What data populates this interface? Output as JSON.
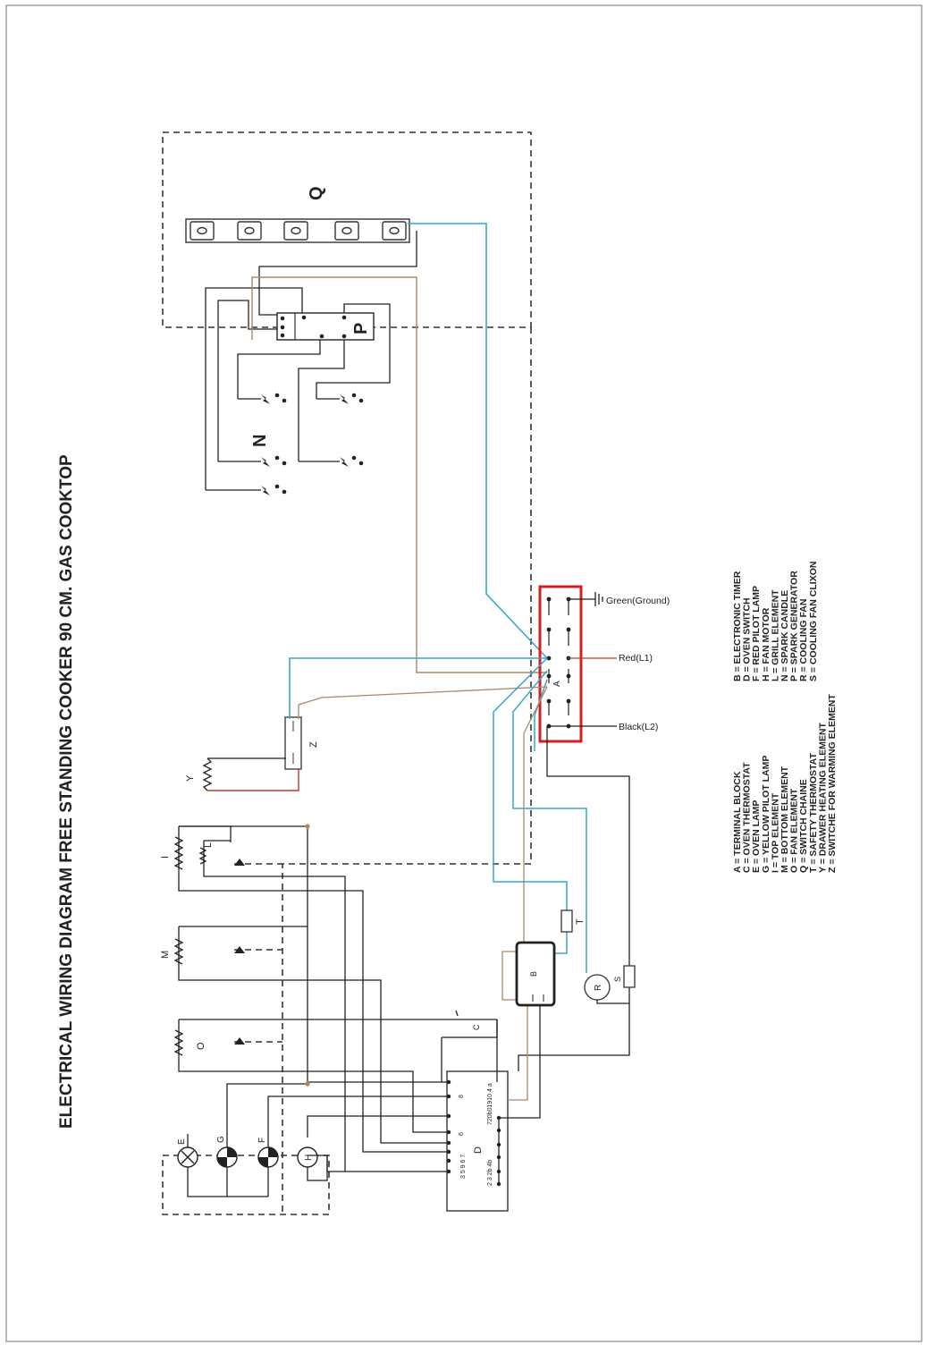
{
  "title": "ELECTRICAL WIRING DIAGRAM FREE STANDING COOKER 90 CM. GAS COOKTOP",
  "components": {
    "Q": "Q",
    "P": "P",
    "N": "N",
    "A": "A",
    "Z": "Z",
    "Y": "Y",
    "I": "I",
    "L": "L",
    "M": "M",
    "O": "O",
    "T": "T",
    "B": "B",
    "R": "R",
    "S": "S",
    "D": "D",
    "E": "E",
    "G": "G",
    "F": "F",
    "H": "H",
    "C": "C"
  },
  "terminals": {
    "ground": "Green(Ground)",
    "l1": "Red(L1)",
    "l2": "Black(L2)"
  },
  "switch_pins": {
    "row1": "8",
    "row2": "6",
    "row3": "3 5 9 6 7",
    "row4": "2 3 2b   4b",
    "code": "720b01910 4 a"
  },
  "legend_left": [
    "A = TERMINAL BLOCK",
    "C = OVEN THERMOSTAT",
    "E = OVEN LAMP",
    "G = YELLOW PILOT LAMP",
    "I = TOP ELEMENT",
    "M = BOTTOM ELEMENT",
    "O = FAN ELEMENT",
    "Q = SWITCH CHAINE",
    "T = SAFETY THERMOSTAT",
    "Y = DRAWER HEATING ELEMENT",
    "Z = SWITCHE FOR WARMING ELEMENT"
  ],
  "legend_right": [
    "B = ELECTRONIC TIMER",
    "D = OVEN SWITCH",
    "F = RED PILOT LAMP",
    "H = FAN MOTOR",
    "L = GRILL ELEMENT",
    "N = SPARK CANDLE",
    "P = SPARK GENERATOR",
    "R = COOLING FAN",
    "S = COOLING FAN CLIXON"
  ],
  "colors": {
    "black_wire": "#1a1a1a",
    "blue_wire": "#3aa6c9",
    "brown_wire": "#a8896a",
    "red_wire": "#c0392b",
    "terminal_frame": "#d21f1f"
  }
}
